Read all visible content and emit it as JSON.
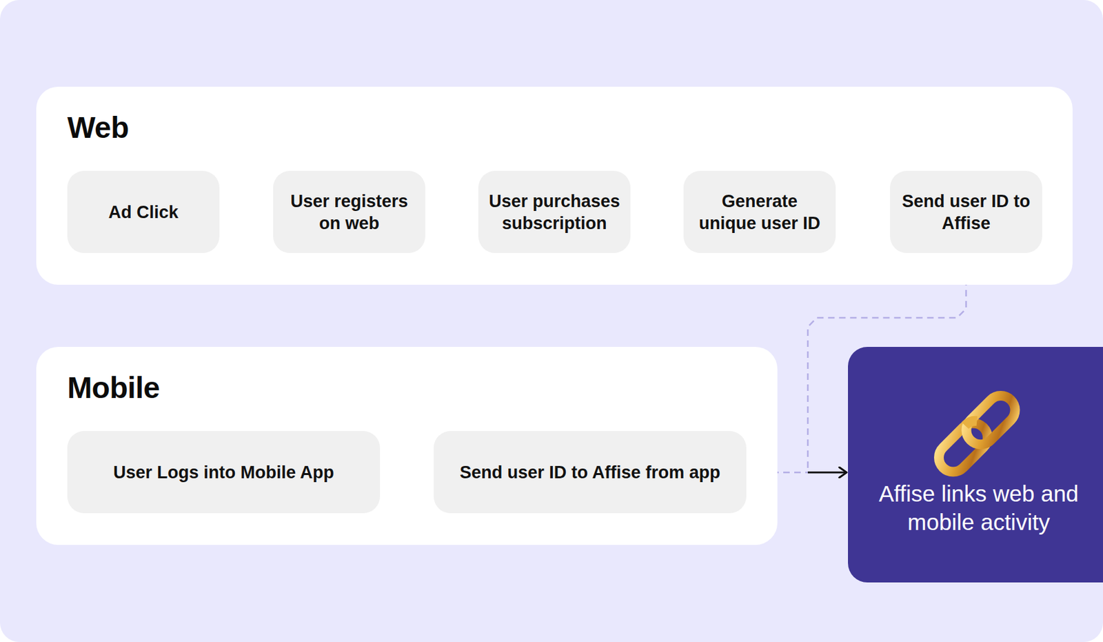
{
  "diagram": {
    "nodes": [
      {
        "text": [
          "Web"
        ]
      },
      {
        "text": [
          "Ad Click"
        ],
        "in": 0
      },
      {
        "text": [
          "User registers on web"
        ],
        "in": 0
      },
      {
        "text": [
          "User purchases subscription"
        ],
        "in": 0
      },
      {
        "text": [
          "Generate unique user ID"
        ],
        "in": 0
      },
      {
        "text": [
          "Send user ID to Affise"
        ],
        "in": 0
      },
      {
        "text": [
          "Mobile"
        ]
      },
      {
        "text": [
          "User Logs into Mobile App"
        ],
        "in": 6
      },
      {
        "text": [
          "Send user ID to Affise from app"
        ],
        "in": 6
      },
      {
        "text": [
          "Affise links web and mobile activity"
        ]
      }
    ],
    "edges": [
      {
        "from": 1,
        "to": 2,
        "arrow": "to"
      },
      {
        "from": 2,
        "to": 3,
        "arrow": "to"
      },
      {
        "from": 3,
        "to": 4,
        "arrow": "to"
      },
      {
        "from": 4,
        "to": 5,
        "arrow": "to"
      },
      {
        "from": 5,
        "to": 9,
        "arrow": "to"
      },
      {
        "from": 7,
        "to": 8,
        "arrow": "to"
      },
      {
        "from": 8,
        "to": 9,
        "arrow": "to"
      }
    ]
  }
}
